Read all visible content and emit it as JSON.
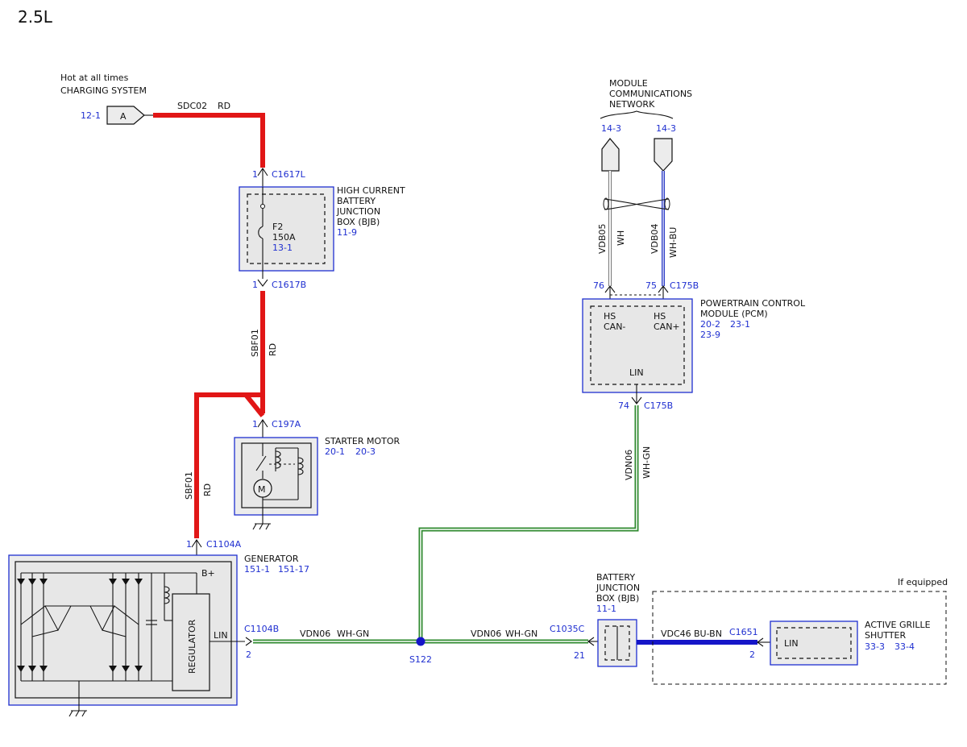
{
  "engine_label": "2.5L",
  "charging_source": {
    "line1": "Hot at all times",
    "line2": "CHARGING SYSTEM",
    "ref": "12-1",
    "connector_letter": "A"
  },
  "wire_sdc02": {
    "circuit": "SDC02",
    "color": "RD"
  },
  "c1617l": {
    "pin": "1",
    "name": "C1617L"
  },
  "bjb_high_current": {
    "line1": "HIGH CURRENT",
    "line2": "BATTERY",
    "line3": "JUNCTION",
    "line4": "BOX (BJB)",
    "ref": "11-9",
    "fuse_id": "F2",
    "fuse_rating": "150A",
    "fuse_ref": "13-1"
  },
  "c1617b": {
    "pin": "1",
    "name": "C1617B"
  },
  "wire_sbf01_upper": {
    "circuit": "SBF01",
    "color": "RD"
  },
  "c197a": {
    "pin": "1",
    "name": "C197A"
  },
  "starter_motor": {
    "label": "STARTER MOTOR",
    "ref1": "20-1",
    "ref2": "20-3",
    "motor_symbol": "M"
  },
  "wire_sbf01_lower": {
    "circuit": "SBF01",
    "color": "RD"
  },
  "c1104a": {
    "pin": "1",
    "name": "C1104A"
  },
  "generator": {
    "label": "GENERATOR",
    "ref1": "151-1",
    "ref2": "151-17",
    "bplus": "B+",
    "regulator": "REGULATOR",
    "lin": "LIN"
  },
  "c1104b": {
    "name": "C1104B",
    "pin": "2"
  },
  "wire_vdn06_left": {
    "circuit": "VDN06",
    "color": "WH-GN"
  },
  "splice": {
    "name": "S122"
  },
  "wire_vdn06_right": {
    "circuit": "VDN06",
    "color": "WH-GN"
  },
  "c1035c": {
    "name": "C1035C",
    "pin": "21"
  },
  "bjb_battery": {
    "line1": "BATTERY",
    "line2": "JUNCTION",
    "line3": "BOX (BJB)",
    "ref": "11-1"
  },
  "wire_vdc46": {
    "circuit": "VDC46",
    "color": "BU-BN"
  },
  "c1651": {
    "name": "C1651",
    "pin": "2"
  },
  "grille_shutter": {
    "line1": "ACTIVE GRILLE",
    "line2": "SHUTTER",
    "ref1": "33-3",
    "ref2": "33-4",
    "lin": "LIN"
  },
  "if_equipped": "If equipped",
  "network": {
    "line1": "MODULE",
    "line2": "COMMUNICATIONS",
    "line3": "NETWORK",
    "ref_left": "14-3",
    "ref_right": "14-3"
  },
  "wire_vdb05": {
    "circuit": "VDB05",
    "color": "WH"
  },
  "wire_vdb04": {
    "circuit": "VDB04",
    "color": "WH-BU"
  },
  "c175b_top": {
    "pin_left": "76",
    "pin_right": "75",
    "name": "C175B"
  },
  "pcm": {
    "line1": "POWERTRAIN CONTROL",
    "line2": "MODULE (PCM)",
    "ref1": "20-2",
    "ref2": "23-1",
    "ref3": "23-9",
    "hs_left": "HS",
    "can_minus": "CAN-",
    "hs_right": "HS",
    "can_plus": "CAN+",
    "lin": "LIN"
  },
  "c175b_bottom": {
    "pin": "74",
    "name": "C175B"
  },
  "wire_vdn06_vertical": {
    "circuit": "VDN06",
    "color": "WH-GN"
  },
  "colors": {
    "red_wire": "#e11616",
    "blue_wire": "#1515c8",
    "green_wire": "#2f8a2f",
    "reference_text": "#1f2fd0",
    "component_border": "#1f2fd0",
    "component_fill": "#ececec"
  }
}
